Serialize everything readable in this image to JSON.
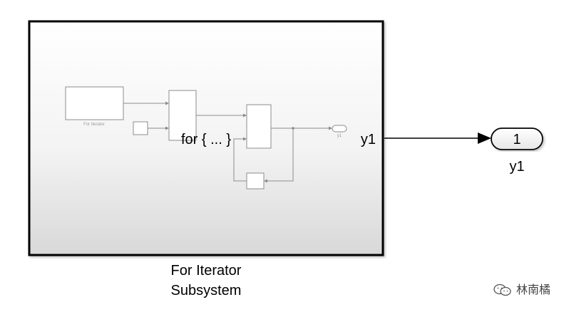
{
  "subsystem": {
    "name_line1": "For Iterator",
    "name_line2": "Subsystem",
    "center_label": "for { ... }",
    "output_port_label": "y1"
  },
  "inner": {
    "iterator_label": "For Iterator",
    "outport_label": "y1"
  },
  "outport": {
    "number": "1",
    "label": "y1"
  },
  "watermark": {
    "text": "林南橘",
    "icon": "wechat-icon"
  },
  "colors": {
    "block_border": "#000000",
    "gradient_top": "#ffffff",
    "gradient_bottom": "#dcdcdc",
    "inner_line": "#8c8c8c"
  }
}
